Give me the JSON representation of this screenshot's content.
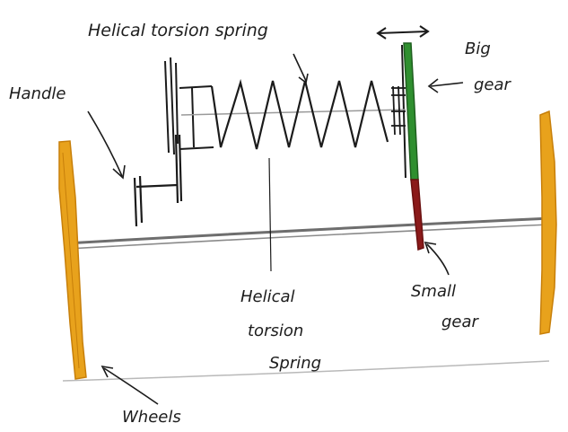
{
  "labels": {
    "spring_top": "Helical torsion spring",
    "handle": "Handle",
    "big_gear_line1": "Big",
    "big_gear_line2": "gear",
    "spring_bottom_line1": "Helical",
    "spring_bottom_line2": "torsion",
    "spring_bottom_line3": "Spring",
    "small_gear_line1": "Small",
    "small_gear_line2": "gear",
    "wheels": "Wheels"
  },
  "colors": {
    "ink": "#2a2a2a",
    "wheel": "#e8a21c",
    "wheel_edge": "#c77f0a",
    "big_gear": "#2f8f2f",
    "small_gear": "#8b1a1a",
    "axle": "#6e6e6e"
  }
}
